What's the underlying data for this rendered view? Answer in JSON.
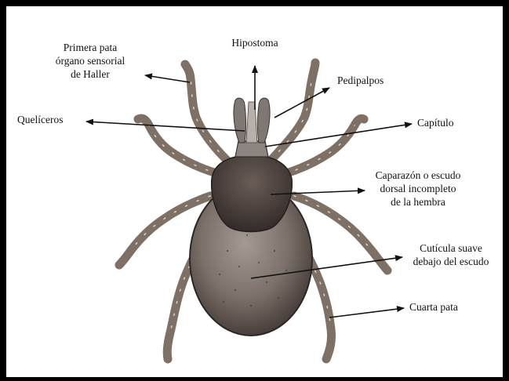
{
  "figure": {
    "subject": "tick",
    "labels": {
      "first_leg": [
        "Primera pata",
        "órgano sensorial",
        "de Haller"
      ],
      "hypostome": [
        "Hipostoma"
      ],
      "pedipalps": [
        "Pedipalpos"
      ],
      "chelicerae": [
        "Quelíceros"
      ],
      "capitulum": [
        "Capítulo"
      ],
      "scutum": [
        "Caparazón o escudo",
        "dorsal incompleto",
        "de la hembra"
      ],
      "cuticle": [
        "Cutícula suave",
        "debajo del escudo"
      ],
      "fourth_leg": [
        "Cuarta pata"
      ]
    },
    "colors": {
      "arrow": "#111111",
      "body_dark": "#3a3230",
      "body_mid": "#7b716a",
      "legs": "#8a7d70"
    }
  }
}
